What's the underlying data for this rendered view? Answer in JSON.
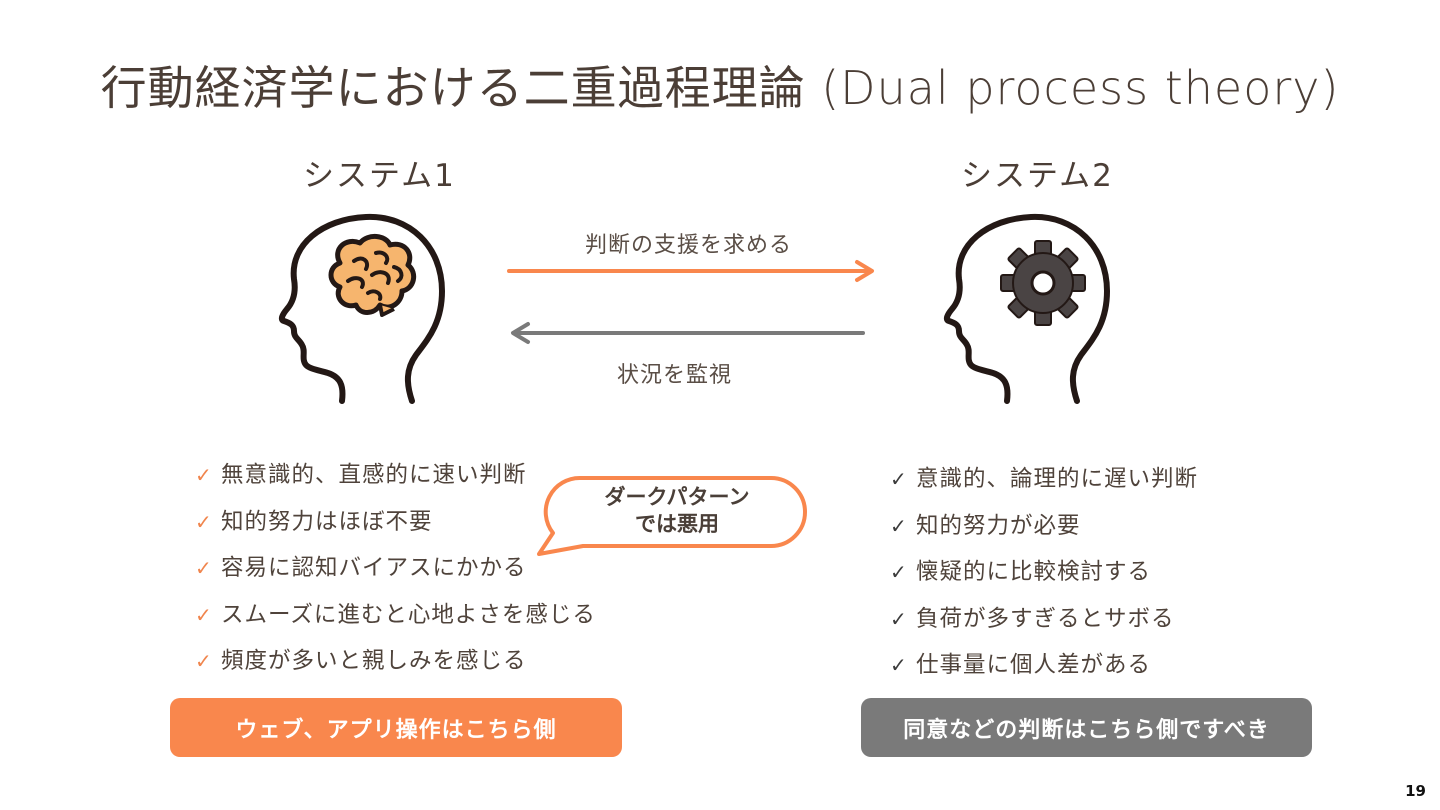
{
  "title": "行動経済学における二重過程理論 (Dual process theory)",
  "system1": {
    "label": "システム1",
    "items": [
      "無意識的、直感的に速い判断",
      "知的努力はほぼ不要",
      "容易に認知バイアスにかかる",
      "スムーズに進むと心地よさを感じる",
      "頻度が多いと親しみを感じる"
    ],
    "pill": "ウェブ、アプリ操作はこちら側"
  },
  "system2": {
    "label": "システム2",
    "items": [
      "意識的、論理的に遅い判断",
      "知的努力が必要",
      "懐疑的に比較検討する",
      "負荷が多すぎるとサボる",
      "仕事量に個人差がある"
    ],
    "pill": "同意などの判断はこちら側ですべき"
  },
  "arrows": {
    "forward": "判断の支援を求める",
    "backward": "状況を監視"
  },
  "bubble": {
    "line1": "ダークパターン",
    "line2": "では悪用"
  },
  "page_number": "19",
  "icons": {
    "system1_head": "head-brain-icon",
    "system2_head": "head-gear-icon",
    "check": "✓"
  },
  "colors": {
    "accent_orange": "#f9874d",
    "neutral_gray": "#7a7a7a",
    "brain_fill": "#f6b56e",
    "gear_fill": "#4a4444",
    "text": "#4b3e36"
  }
}
